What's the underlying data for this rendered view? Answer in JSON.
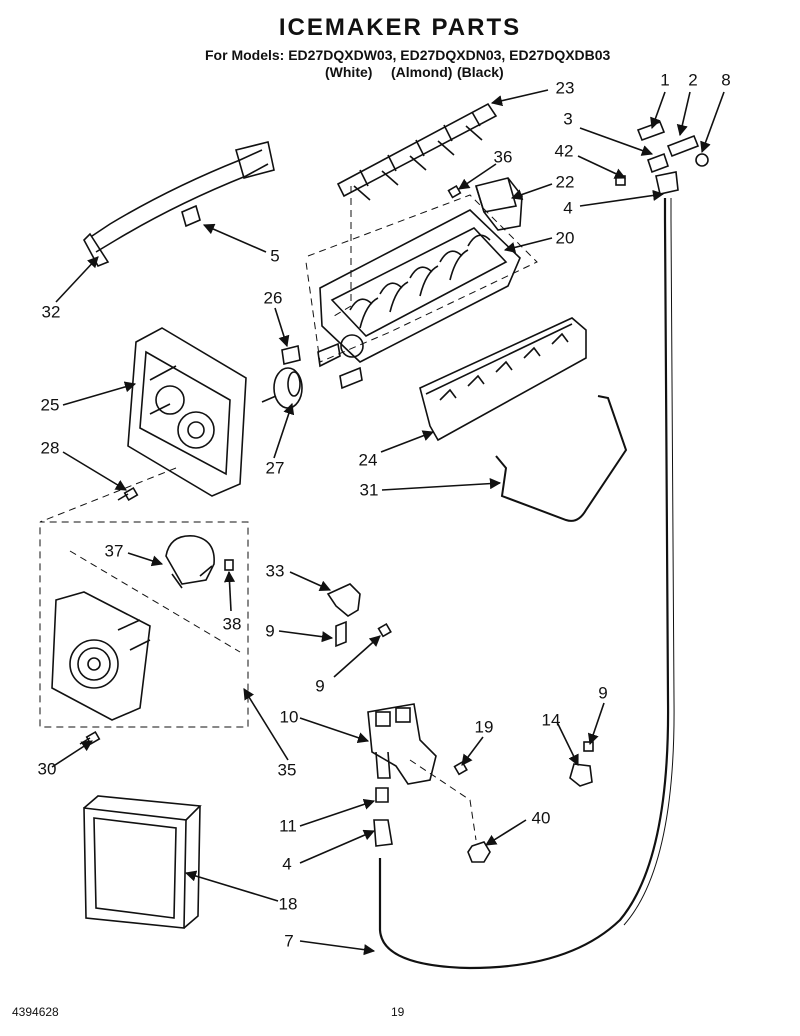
{
  "header": {
    "title": "ICEMAKER PARTS",
    "models_line": "For Models: ED27DQXDW03, ED27DQXDN03, ED27DQXDB03",
    "finishes": [
      "(White)",
      "(Almond)",
      "(Black)"
    ]
  },
  "callouts": [
    {
      "id": "c1",
      "label": "1"
    },
    {
      "id": "c2",
      "label": "2"
    },
    {
      "id": "c8",
      "label": "8"
    },
    {
      "id": "c23",
      "label": "23"
    },
    {
      "id": "c3",
      "label": "3"
    },
    {
      "id": "c42",
      "label": "42"
    },
    {
      "id": "c36",
      "label": "36"
    },
    {
      "id": "c22",
      "label": "22"
    },
    {
      "id": "c4a",
      "label": "4"
    },
    {
      "id": "c20",
      "label": "20"
    },
    {
      "id": "c5",
      "label": "5"
    },
    {
      "id": "c32",
      "label": "32"
    },
    {
      "id": "c26",
      "label": "26"
    },
    {
      "id": "c25",
      "label": "25"
    },
    {
      "id": "c28",
      "label": "28"
    },
    {
      "id": "c27",
      "label": "27"
    },
    {
      "id": "c24",
      "label": "24"
    },
    {
      "id": "c31",
      "label": "31"
    },
    {
      "id": "c37",
      "label": "37"
    },
    {
      "id": "c33",
      "label": "33"
    },
    {
      "id": "c38",
      "label": "38"
    },
    {
      "id": "c9a",
      "label": "9"
    },
    {
      "id": "c9b",
      "label": "9"
    },
    {
      "id": "c10",
      "label": "10"
    },
    {
      "id": "c19",
      "label": "19"
    },
    {
      "id": "c9c",
      "label": "9"
    },
    {
      "id": "c14",
      "label": "14"
    },
    {
      "id": "c30",
      "label": "30"
    },
    {
      "id": "c35",
      "label": "35"
    },
    {
      "id": "c11",
      "label": "11"
    },
    {
      "id": "c40",
      "label": "40"
    },
    {
      "id": "c4b",
      "label": "4"
    },
    {
      "id": "c18",
      "label": "18"
    },
    {
      "id": "c7",
      "label": "7"
    }
  ],
  "footer": {
    "doc_number": "4394628",
    "page_number": "19"
  }
}
